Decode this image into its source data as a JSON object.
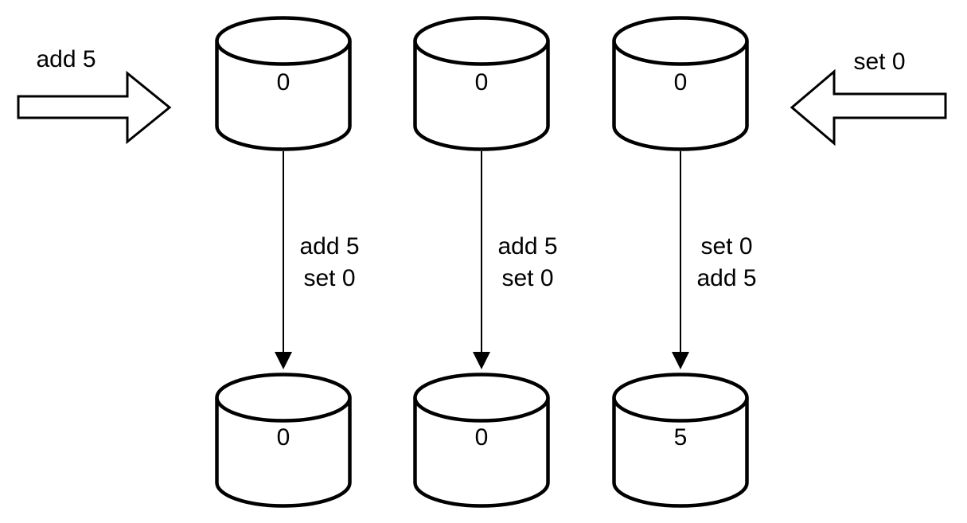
{
  "diagram": {
    "description": "Three database replicas receive the same two operations in different orders and diverge",
    "colors": {
      "stroke": "#000000",
      "fill": "#ffffff",
      "text": "#000000"
    },
    "inputs": {
      "left": {
        "label": "add 5",
        "direction": "right"
      },
      "right": {
        "label": "set 0",
        "direction": "left"
      }
    },
    "replicas": [
      {
        "top_value": "0",
        "ops": [
          "add 5",
          "set 0"
        ],
        "bottom_value": "0"
      },
      {
        "top_value": "0",
        "ops": [
          "add 5",
          "set 0"
        ],
        "bottom_value": "0"
      },
      {
        "top_value": "0",
        "ops": [
          "set 0",
          "add 5"
        ],
        "bottom_value": "5"
      }
    ]
  }
}
